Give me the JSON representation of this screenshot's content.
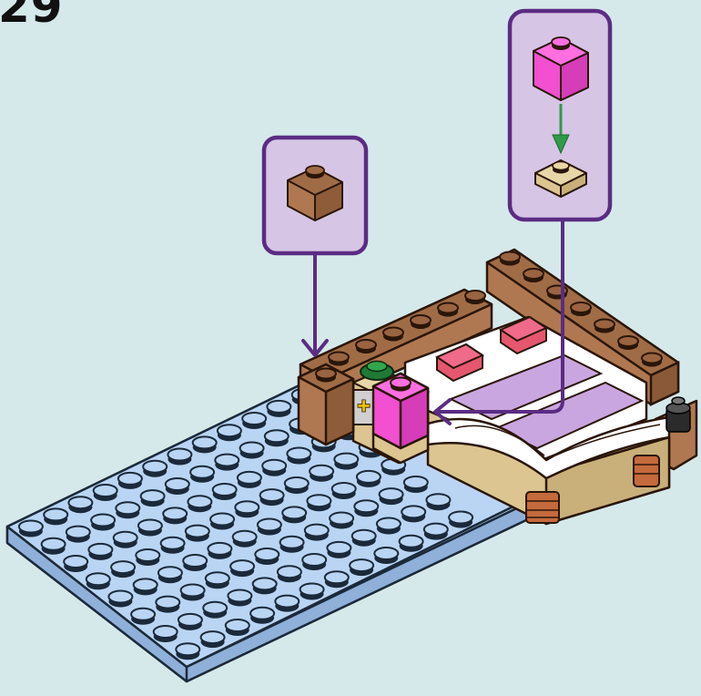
{
  "instruction": {
    "step_number": "29"
  },
  "callouts": [
    {
      "id": "callout-brown-brick",
      "parts": [
        {
          "type": "brick-1x1",
          "color": "#b07850"
        }
      ]
    },
    {
      "id": "callout-pink-brick-on-tan-tile",
      "parts": [
        {
          "type": "brick-1x1",
          "color": "#f24fd1"
        },
        {
          "type": "plate-1x1",
          "color": "#dcc590"
        }
      ]
    }
  ],
  "colors": {
    "background": "#d5e9ea",
    "callout_fill": "#d6c5e4",
    "callout_border": "#5b2c83",
    "pointer_arrow": "#5b2c83",
    "placement_arrow": "#2f9a4a",
    "baseplate": "#b9d5f3",
    "brown_brick": "#b07850",
    "pink_brick": "#f24fd1",
    "tan": "#dcc590",
    "lavender_sheet": "#c9a6df",
    "pillow": "#f06a8a"
  }
}
